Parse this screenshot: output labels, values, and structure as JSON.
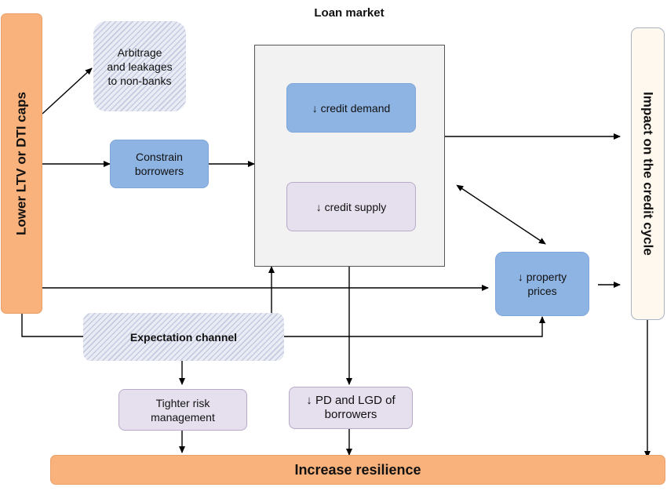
{
  "diagram": {
    "loan_market_title": "Loan market",
    "left_bar": "Lower LTV or DTI caps",
    "right_bar": "Impact on the credit cycle",
    "arbitrage": [
      "Arbitrage",
      "and leakages",
      "to non-banks"
    ],
    "constrain": [
      "Constrain",
      "borrowers"
    ],
    "credit_demand": "↓ credit demand",
    "credit_supply": "↓ credit supply",
    "property": [
      "↓ property",
      "prices"
    ],
    "expectation": "Expectation channel",
    "risk": [
      "Tighter risk",
      "management"
    ],
    "pd_lgd": [
      "↓ PD and LGD of",
      "borrowers"
    ],
    "resilience": "Increase resilience"
  },
  "colors": {
    "orange": "#f9b27c",
    "blue": "#8eb4e3",
    "lilac": "#e6e0ee",
    "panel": "#f2f2f2",
    "cream": "#fff8ee"
  }
}
